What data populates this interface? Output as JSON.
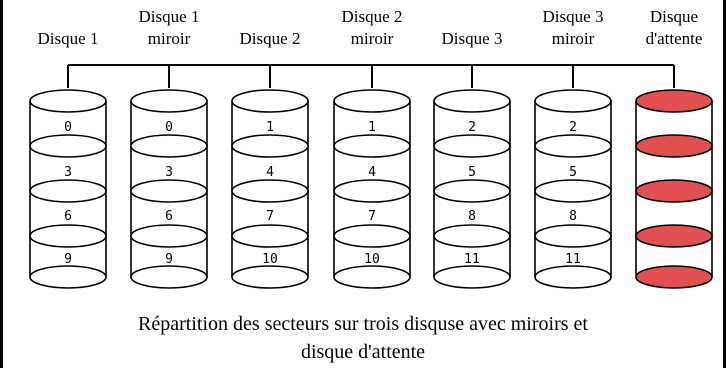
{
  "disks": [
    {
      "header": [
        "Disque 1"
      ],
      "sectors": [
        "0",
        "3",
        "6",
        "9"
      ],
      "standby": false
    },
    {
      "header": [
        "Disque 1",
        "miroir"
      ],
      "sectors": [
        "0",
        "3",
        "6",
        "9"
      ],
      "standby": false
    },
    {
      "header": [
        "Disque 2"
      ],
      "sectors": [
        "1",
        "4",
        "7",
        "10"
      ],
      "standby": false
    },
    {
      "header": [
        "Disque 2",
        "miroir"
      ],
      "sectors": [
        "1",
        "4",
        "7",
        "10"
      ],
      "standby": false
    },
    {
      "header": [
        "Disque 3"
      ],
      "sectors": [
        "2",
        "5",
        "8",
        "11"
      ],
      "standby": false
    },
    {
      "header": [
        "Disque 3",
        "miroir"
      ],
      "sectors": [
        "2",
        "5",
        "8",
        "11"
      ],
      "standby": false
    },
    {
      "header": [
        "Disque",
        "d'attente"
      ],
      "sectors": [
        "",
        "",
        "",
        ""
      ],
      "standby": true
    }
  ],
  "caption": {
    "line1": "Répartition des secteurs sur trois disquse avec miroirs et",
    "line2": "disque d'attente"
  },
  "colors": {
    "standby_fill": "#e05050",
    "line": "#000000",
    "background": "#ffffff"
  }
}
